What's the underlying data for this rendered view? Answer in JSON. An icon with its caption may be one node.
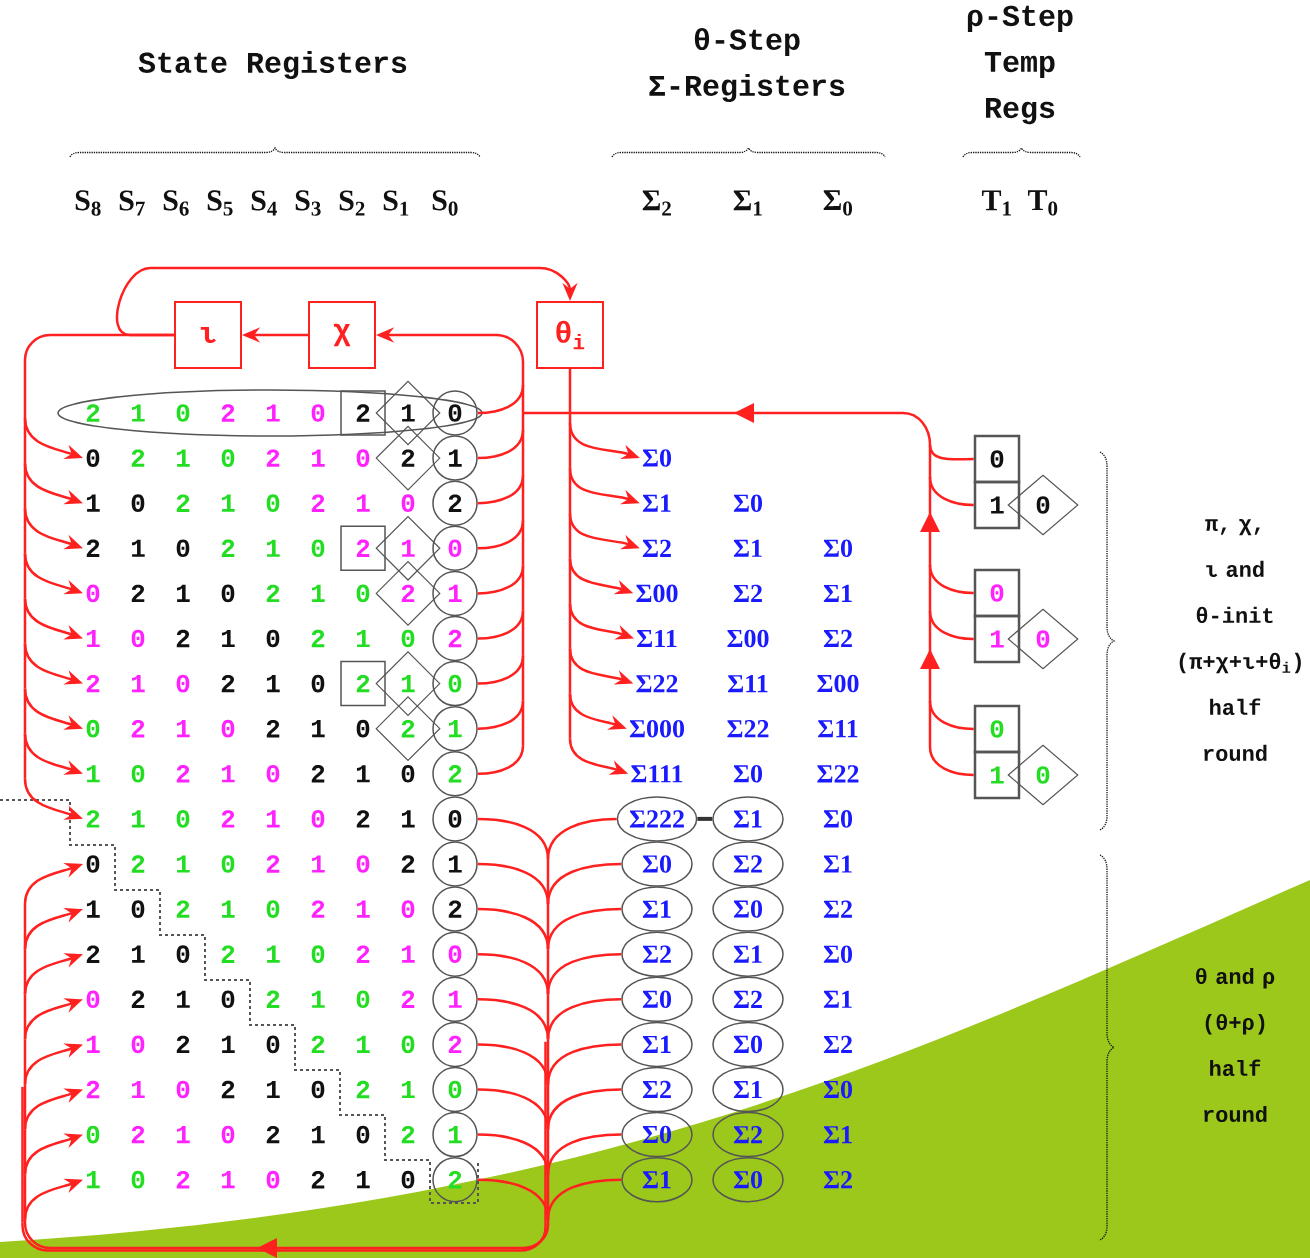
{
  "diagram": {
    "nodes": [
      {
        "text": [
          "ι"
        ]
      },
      {
        "text": [
          "χ"
        ]
      },
      {
        "text": [
          "θ$_{i}$"
        ]
      },
      {
        "text": [
          "0"
        ]
      },
      {
        "text": [
          "1"
        ]
      },
      {
        "text": [
          "2"
        ]
      },
      {
        "text": [
          "0"
        ]
      },
      {
        "text": [
          "1"
        ]
      },
      {
        "text": [
          "2"
        ]
      },
      {
        "text": [
          "0"
        ]
      },
      {
        "text": [
          "1"
        ]
      },
      {
        "text": [
          "2"
        ]
      },
      {
        "text": [
          "0"
        ]
      },
      {
        "text": [
          "1"
        ]
      },
      {
        "text": [
          "2"
        ]
      },
      {
        "text": [
          "0"
        ]
      },
      {
        "text": [
          "1"
        ]
      },
      {
        "text": [
          "2"
        ]
      },
      {
        "text": [
          "0"
        ]
      },
      {
        "text": [
          "1"
        ]
      },
      {
        "text": [
          "0"
        ]
      },
      {
        "text": [
          "1"
        ]
      },
      {
        "text": [
          "2"
        ]
      },
      {
        "text": [
          "0"
        ]
      },
      {
        "text": [
          "1"
        ]
      },
      {
        "text": [
          "2"
        ]
      },
      {
        "text": [
          "0"
        ]
      },
      {
        "text": [
          "1"
        ]
      },
      {
        "text": [
          "2"
        ]
      },
      {
        "text": [
          "0"
        ]
      },
      {
        "text": [
          "1"
        ]
      },
      {
        "text": [
          "2"
        ]
      },
      {
        "text": [
          "0"
        ]
      },
      {
        "text": [
          "1"
        ]
      },
      {
        "text": [
          "2"
        ]
      },
      {
        "text": [
          "0"
        ]
      },
      {
        "text": [
          "1"
        ]
      },
      {
        "text": [
          "2"
        ]
      },
      {
        "text": [
          "2"
        ]
      },
      {
        "text": [
          "2"
        ]
      },
      {
        "text": [
          "2"
        ]
      },
      {
        "text": [
          "1"
        ]
      },
      {
        "text": [
          "2"
        ]
      },
      {
        "text": [
          "1"
        ]
      },
      {
        "text": [
          "2"
        ]
      },
      {
        "text": [
          "1"
        ]
      },
      {
        "text": [
          "2"
        ]
      },
      {
        "text": [
          "Σ0"
        ]
      },
      {
        "text": [
          "Σ1"
        ]
      },
      {
        "text": [
          "Σ2"
        ]
      },
      {
        "text": [
          "Σ00"
        ]
      },
      {
        "text": [
          "Σ11"
        ]
      },
      {
        "text": [
          "Σ22"
        ]
      },
      {
        "text": [
          "Σ000"
        ]
      },
      {
        "text": [
          "Σ111"
        ]
      },
      {
        "text": [
          "Σ222"
        ]
      },
      {
        "text": [
          "Σ0"
        ]
      },
      {
        "text": [
          "Σ1"
        ]
      },
      {
        "text": [
          "Σ2"
        ]
      },
      {
        "text": [
          "Σ0"
        ]
      },
      {
        "text": [
          "Σ1"
        ]
      },
      {
        "text": [
          "Σ2"
        ]
      },
      {
        "text": [
          "Σ0"
        ]
      },
      {
        "text": [
          "Σ1"
        ]
      },
      {
        "text": [
          "Σ1"
        ]
      },
      {
        "text": [
          "Σ2"
        ]
      },
      {
        "text": [
          "Σ0"
        ]
      },
      {
        "text": [
          "Σ1"
        ]
      },
      {
        "text": [
          "Σ2"
        ]
      },
      {
        "text": [
          "Σ0"
        ]
      },
      {
        "text": [
          "Σ1"
        ]
      },
      {
        "text": [
          "Σ2"
        ]
      },
      {
        "text": [
          "Σ0"
        ]
      },
      {
        "text": [
          "0"
        ]
      },
      {
        "text": [
          "1"
        ]
      },
      {
        "text": [
          "0"
        ]
      },
      {
        "text": [
          "1"
        ]
      },
      {
        "text": [
          "0"
        ]
      },
      {
        "text": [
          "1"
        ]
      },
      {
        "text": [
          "0"
        ]
      },
      {
        "text": [
          "0"
        ]
      },
      {
        "text": [
          "0"
        ]
      }
    ],
    "edges": [
      {
        "from": 20,
        "to": 1,
        "arrow": "to"
      },
      {
        "from": 21,
        "to": 1,
        "arrow": "to"
      },
      {
        "from": 22,
        "to": 1,
        "arrow": "to"
      },
      {
        "from": 23,
        "to": 1,
        "arrow": "to"
      },
      {
        "from": 24,
        "to": 1,
        "arrow": "to"
      },
      {
        "from": 25,
        "to": 1,
        "arrow": "to"
      },
      {
        "from": 26,
        "to": 1,
        "arrow": "to"
      },
      {
        "from": 27,
        "to": 1,
        "arrow": "to"
      },
      {
        "from": 28,
        "to": 1,
        "arrow": "to"
      },
      {
        "from": 73,
        "to": 1,
        "arrow": "to"
      },
      {
        "from": 74,
        "to": 1,
        "arrow": "to"
      },
      {
        "from": 75,
        "to": 1,
        "arrow": "to"
      },
      {
        "from": 76,
        "to": 1,
        "arrow": "to"
      },
      {
        "from": 77,
        "to": 1,
        "arrow": "to"
      },
      {
        "from": 78,
        "to": 1,
        "arrow": "to"
      },
      {
        "from": 1,
        "to": 0,
        "arrow": "to"
      },
      {
        "from": 0,
        "to": 2,
        "arrow": "to"
      },
      {
        "from": 0,
        "to": 3,
        "arrow": "to"
      },
      {
        "from": 0,
        "to": 4,
        "arrow": "to"
      },
      {
        "from": 0,
        "to": 5,
        "arrow": "to"
      },
      {
        "from": 0,
        "to": 6,
        "arrow": "to"
      },
      {
        "from": 0,
        "to": 7,
        "arrow": "to"
      },
      {
        "from": 0,
        "to": 8,
        "arrow": "to"
      },
      {
        "from": 0,
        "to": 9,
        "arrow": "to"
      },
      {
        "from": 0,
        "to": 10,
        "arrow": "to"
      },
      {
        "from": 0,
        "to": 11,
        "arrow": "to"
      },
      {
        "from": 2,
        "to": 47,
        "arrow": "to"
      },
      {
        "from": 2,
        "to": 48,
        "arrow": "to"
      },
      {
        "from": 2,
        "to": 49,
        "arrow": "to"
      },
      {
        "from": 2,
        "to": 50,
        "arrow": "to"
      },
      {
        "from": 2,
        "to": 51,
        "arrow": "to"
      },
      {
        "from": 2,
        "to": 52,
        "arrow": "to"
      },
      {
        "from": 2,
        "to": 53,
        "arrow": "to"
      },
      {
        "from": 2,
        "to": 54,
        "arrow": "to"
      },
      {
        "from": 55,
        "to": 64,
        "arrow": "none",
        "color": "#333333"
      },
      {
        "from": 29,
        "to": 12,
        "arrow": "to"
      },
      {
        "from": 29,
        "to": 13,
        "arrow": "to"
      },
      {
        "from": 29,
        "to": 14,
        "arrow": "to"
      },
      {
        "from": 29,
        "to": 15,
        "arrow": "to"
      },
      {
        "from": 29,
        "to": 16,
        "arrow": "to"
      },
      {
        "from": 29,
        "to": 17,
        "arrow": "to"
      },
      {
        "from": 29,
        "to": 18,
        "arrow": "to"
      },
      {
        "from": 29,
        "to": 19,
        "arrow": "to"
      },
      {
        "from": 30,
        "to": 12,
        "arrow": "to"
      },
      {
        "from": 30,
        "to": 13,
        "arrow": "to"
      },
      {
        "from": 30,
        "to": 14,
        "arrow": "to"
      },
      {
        "from": 30,
        "to": 15,
        "arrow": "to"
      },
      {
        "from": 30,
        "to": 16,
        "arrow": "to"
      },
      {
        "from": 30,
        "to": 17,
        "arrow": "to"
      },
      {
        "from": 30,
        "to": 18,
        "arrow": "to"
      },
      {
        "from": 30,
        "to": 19,
        "arrow": "to"
      },
      {
        "from": 31,
        "to": 12,
        "arrow": "to"
      },
      {
        "from": 31,
        "to": 13,
        "arrow": "to"
      },
      {
        "from": 31,
        "to": 14,
        "arrow": "to"
      },
      {
        "from": 31,
        "to": 15,
        "arrow": "to"
      },
      {
        "from": 31,
        "to": 16,
        "arrow": "to"
      },
      {
        "from": 31,
        "to": 17,
        "arrow": "to"
      },
      {
        "from": 31,
        "to": 18,
        "arrow": "to"
      },
      {
        "from": 31,
        "to": 19,
        "arrow": "to"
      },
      {
        "from": 32,
        "to": 12,
        "arrow": "to"
      },
      {
        "from": 32,
        "to": 13,
        "arrow": "to"
      },
      {
        "from": 32,
        "to": 14,
        "arrow": "to"
      },
      {
        "from": 32,
        "to": 15,
        "arrow": "to"
      },
      {
        "from": 32,
        "to": 16,
        "arrow": "to"
      },
      {
        "from": 32,
        "to": 17,
        "arrow": "to"
      },
      {
        "from": 32,
        "to": 18,
        "arrow": "to"
      },
      {
        "from": 32,
        "to": 19,
        "arrow": "to"
      },
      {
        "from": 33,
        "to": 12,
        "arrow": "to"
      },
      {
        "from": 33,
        "to": 13,
        "arrow": "to"
      },
      {
        "from": 33,
        "to": 14,
        "arrow": "to"
      },
      {
        "from": 33,
        "to": 15,
        "arrow": "to"
      },
      {
        "from": 33,
        "to": 16,
        "arrow": "to"
      },
      {
        "from": 33,
        "to": 17,
        "arrow": "to"
      },
      {
        "from": 33,
        "to": 18,
        "arrow": "to"
      },
      {
        "from": 33,
        "to": 19,
        "arrow": "to"
      },
      {
        "from": 34,
        "to": 12,
        "arrow": "to"
      },
      {
        "from": 34,
        "to": 13,
        "arrow": "to"
      },
      {
        "from": 34,
        "to": 14,
        "arrow": "to"
      },
      {
        "from": 34,
        "to": 15,
        "arrow": "to"
      },
      {
        "from": 34,
        "to": 16,
        "arrow": "to"
      },
      {
        "from": 34,
        "to": 17,
        "arrow": "to"
      },
      {
        "from": 34,
        "to": 18,
        "arrow": "to"
      },
      {
        "from": 34,
        "to": 19,
        "arrow": "to"
      },
      {
        "from": 35,
        "to": 12,
        "arrow": "to"
      },
      {
        "from": 35,
        "to": 13,
        "arrow": "to"
      },
      {
        "from": 35,
        "to": 14,
        "arrow": "to"
      },
      {
        "from": 35,
        "to": 15,
        "arrow": "to"
      },
      {
        "from": 35,
        "to": 16,
        "arrow": "to"
      },
      {
        "from": 35,
        "to": 17,
        "arrow": "to"
      },
      {
        "from": 35,
        "to": 18,
        "arrow": "to"
      },
      {
        "from": 35,
        "to": 19,
        "arrow": "to"
      },
      {
        "from": 36,
        "to": 12,
        "arrow": "to"
      },
      {
        "from": 36,
        "to": 13,
        "arrow": "to"
      },
      {
        "from": 36,
        "to": 14,
        "arrow": "to"
      },
      {
        "from": 36,
        "to": 15,
        "arrow": "to"
      },
      {
        "from": 36,
        "to": 16,
        "arrow": "to"
      },
      {
        "from": 36,
        "to": 17,
        "arrow": "to"
      },
      {
        "from": 36,
        "to": 18,
        "arrow": "to"
      },
      {
        "from": 36,
        "to": 19,
        "arrow": "to"
      },
      {
        "from": 37,
        "to": 12,
        "arrow": "to"
      },
      {
        "from": 37,
        "to": 13,
        "arrow": "to"
      },
      {
        "from": 37,
        "to": 14,
        "arrow": "to"
      },
      {
        "from": 37,
        "to": 15,
        "arrow": "to"
      },
      {
        "from": 37,
        "to": 16,
        "arrow": "to"
      },
      {
        "from": 37,
        "to": 17,
        "arrow": "to"
      },
      {
        "from": 37,
        "to": 18,
        "arrow": "to"
      },
      {
        "from": 37,
        "to": 19,
        "arrow": "to"
      },
      {
        "from": 55,
        "to": 12,
        "arrow": "to"
      },
      {
        "from": 55,
        "to": 13,
        "arrow": "to"
      },
      {
        "from": 55,
        "to": 14,
        "arrow": "to"
      },
      {
        "from": 55,
        "to": 15,
        "arrow": "to"
      },
      {
        "from": 55,
        "to": 16,
        "arrow": "to"
      },
      {
        "from": 55,
        "to": 17,
        "arrow": "to"
      },
      {
        "from": 55,
        "to": 18,
        "arrow": "to"
      },
      {
        "from": 55,
        "to": 19,
        "arrow": "to"
      },
      {
        "from": 56,
        "to": 12,
        "arrow": "to"
      },
      {
        "from": 56,
        "to": 13,
        "arrow": "to"
      },
      {
        "from": 56,
        "to": 14,
        "arrow": "to"
      },
      {
        "from": 56,
        "to": 15,
        "arrow": "to"
      },
      {
        "from": 56,
        "to": 16,
        "arrow": "to"
      },
      {
        "from": 56,
        "to": 17,
        "arrow": "to"
      },
      {
        "from": 56,
        "to": 18,
        "arrow": "to"
      },
      {
        "from": 56,
        "to": 19,
        "arrow": "to"
      },
      {
        "from": 57,
        "to": 12,
        "arrow": "to"
      },
      {
        "from": 57,
        "to": 13,
        "arrow": "to"
      },
      {
        "from": 57,
        "to": 14,
        "arrow": "to"
      },
      {
        "from": 57,
        "to": 15,
        "arrow": "to"
      },
      {
        "from": 57,
        "to": 16,
        "arrow": "to"
      },
      {
        "from": 57,
        "to": 17,
        "arrow": "to"
      },
      {
        "from": 57,
        "to": 18,
        "arrow": "to"
      },
      {
        "from": 57,
        "to": 19,
        "arrow": "to"
      },
      {
        "from": 58,
        "to": 12,
        "arrow": "to"
      },
      {
        "from": 58,
        "to": 13,
        "arrow": "to"
      },
      {
        "from": 58,
        "to": 14,
        "arrow": "to"
      },
      {
        "from": 58,
        "to": 15,
        "arrow": "to"
      },
      {
        "from": 58,
        "to": 16,
        "arrow": "to"
      },
      {
        "from": 58,
        "to": 17,
        "arrow": "to"
      },
      {
        "from": 58,
        "to": 18,
        "arrow": "to"
      },
      {
        "from": 58,
        "to": 19,
        "arrow": "to"
      },
      {
        "from": 59,
        "to": 12,
        "arrow": "to"
      },
      {
        "from": 59,
        "to": 13,
        "arrow": "to"
      },
      {
        "from": 59,
        "to": 14,
        "arrow": "to"
      },
      {
        "from": 59,
        "to": 15,
        "arrow": "to"
      },
      {
        "from": 59,
        "to": 16,
        "arrow": "to"
      },
      {
        "from": 59,
        "to": 17,
        "arrow": "to"
      },
      {
        "from": 59,
        "to": 18,
        "arrow": "to"
      },
      {
        "from": 59,
        "to": 19,
        "arrow": "to"
      },
      {
        "from": 60,
        "to": 12,
        "arrow": "to"
      },
      {
        "from": 60,
        "to": 13,
        "arrow": "to"
      },
      {
        "from": 60,
        "to": 14,
        "arrow": "to"
      },
      {
        "from": 60,
        "to": 15,
        "arrow": "to"
      },
      {
        "from": 60,
        "to": 16,
        "arrow": "to"
      },
      {
        "from": 60,
        "to": 17,
        "arrow": "to"
      },
      {
        "from": 60,
        "to": 18,
        "arrow": "to"
      },
      {
        "from": 60,
        "to": 19,
        "arrow": "to"
      },
      {
        "from": 61,
        "to": 12,
        "arrow": "to"
      },
      {
        "from": 61,
        "to": 13,
        "arrow": "to"
      },
      {
        "from": 61,
        "to": 14,
        "arrow": "to"
      },
      {
        "from": 61,
        "to": 15,
        "arrow": "to"
      },
      {
        "from": 61,
        "to": 16,
        "arrow": "to"
      },
      {
        "from": 61,
        "to": 17,
        "arrow": "to"
      },
      {
        "from": 61,
        "to": 18,
        "arrow": "to"
      },
      {
        "from": 61,
        "to": 19,
        "arrow": "to"
      },
      {
        "from": 62,
        "to": 12,
        "arrow": "to"
      },
      {
        "from": 62,
        "to": 13,
        "arrow": "to"
      },
      {
        "from": 62,
        "to": 14,
        "arrow": "to"
      },
      {
        "from": 62,
        "to": 15,
        "arrow": "to"
      },
      {
        "from": 62,
        "to": 16,
        "arrow": "to"
      },
      {
        "from": 62,
        "to": 17,
        "arrow": "to"
      },
      {
        "from": 62,
        "to": 18,
        "arrow": "to"
      },
      {
        "from": 62,
        "to": 19,
        "arrow": "to"
      },
      {
        "from": 63,
        "to": 12,
        "arrow": "to"
      },
      {
        "from": 63,
        "to": 13,
        "arrow": "to"
      },
      {
        "from": 63,
        "to": 14,
        "arrow": "to"
      },
      {
        "from": 63,
        "to": 15,
        "arrow": "to"
      },
      {
        "from": 63,
        "to": 16,
        "arrow": "to"
      },
      {
        "from": 63,
        "to": 17,
        "arrow": "to"
      },
      {
        "from": 63,
        "to": 18,
        "arrow": "to"
      },
      {
        "from": 63,
        "to": 19,
        "arrow": "to"
      }
    ],
    "labels": [
      "State Registers",
      "θ-Step Σ-Registers",
      "ρ-Step Temp Regs",
      "S$_{8}$",
      "S$_{7}$",
      "S$_{6}$",
      "S$_{5}$",
      "S$_{4}$",
      "S$_{3}$",
      "S$_{2}$",
      "S$_{1}$",
      "S$_{0}$",
      "Σ$_{2}$",
      "Σ$_{1}$",
      "Σ$_{0}$",
      "T$_{1}$",
      "T$_{0}$",
      "2",
      "1",
      "0",
      "2",
      "1",
      "0",
      "2",
      "1",
      "0",
      "2",
      "1",
      "0",
      "0",
      "2",
      "1",
      "0",
      "2",
      "1",
      "0",
      "1",
      "0",
      "2",
      "1",
      "0",
      "2",
      "1",
      "0",
      "2",
      "1",
      "0",
      "0",
      "2",
      "1",
      "0",
      "2",
      "1",
      "0",
      "1",
      "0",
      "2",
      "1",
      "0",
      "2",
      "1",
      "0",
      "2",
      "1",
      "0",
      "0",
      "2",
      "1",
      "0",
      "2",
      "1",
      "0",
      "1",
      "0",
      "2",
      "1",
      "0",
      "2",
      "1",
      "2",
      "1",
      "0",
      "2",
      "1",
      "0",
      "2",
      "0",
      "2",
      "1",
      "0",
      "2",
      "1",
      "0",
      "1",
      "0",
      "2",
      "1",
      "0",
      "2",
      "1",
      "2",
      "1",
      "0",
      "2",
      "1",
      "0",
      "2",
      "0",
      "2",
      "1",
      "0",
      "2",
      "1",
      "0",
      "1",
      "0",
      "2",
      "1",
      "0",
      "2",
      "1",
      "2",
      "1",
      "0",
      "2",
      "1",
      "0",
      "2",
      "0",
      "2",
      "1",
      "0",
      "2",
      "1",
      "0",
      "Σ0",
      "Σ1",
      "Σ0",
      "Σ2",
      "Σ1",
      "Σ00",
      "Σ2",
      "Σ11",
      "Σ00",
      "Σ22",
      "Σ11",
      "Σ0",
      "Σ22",
      "Σ0",
      "Σ1",
      "Σ2",
      "Σ0",
      "Σ1",
      "Σ2",
      "Σ0",
      "Σ1",
      "Σ2",
      "π, χ, ι and θ-init (π+χ+ι+θ$_{i}$) half round",
      "θ and ρ (θ+ρ) half round"
    ]
  }
}
